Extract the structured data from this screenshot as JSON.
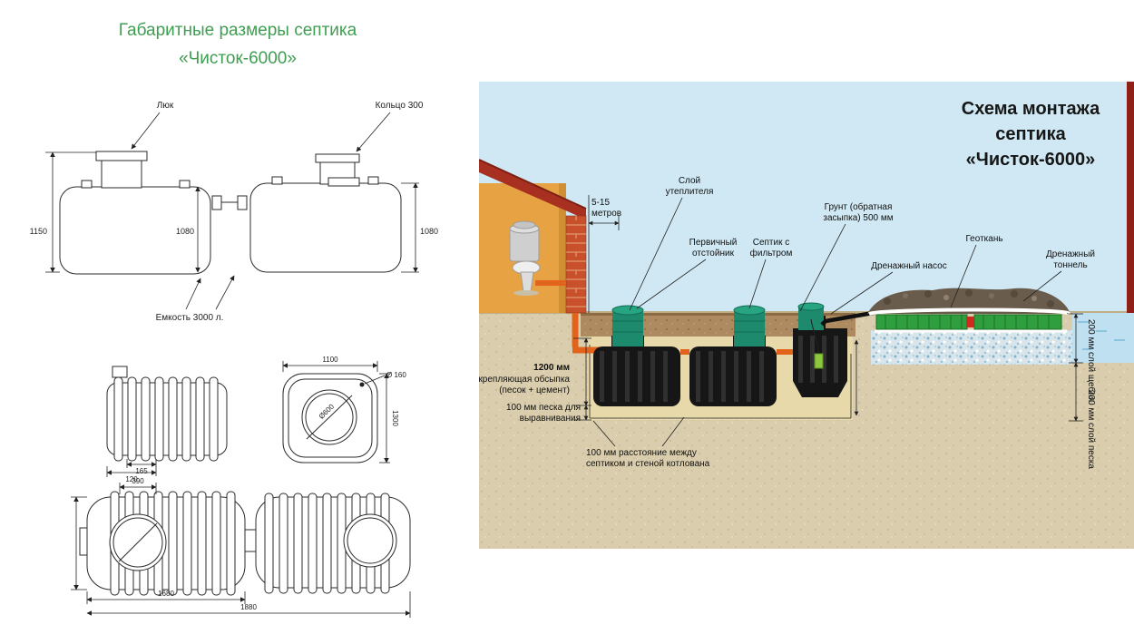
{
  "left": {
    "title1": "Габаритные размеры септика",
    "title2": "«Чисток-6000»",
    "dims": {
      "hatch": "Люк",
      "ring": "Кольцо 300",
      "h1150": "1150",
      "h1080a": "1080",
      "h1080b": "1080",
      "capacity": "Емкость 3000 л.",
      "w1100": "1100",
      "d600": "Ø600",
      "h1300": "1300",
      "d160": "Ø 160",
      "w165": "165",
      "w120": "120",
      "w390": "390",
      "w1680": "1680",
      "w1880": "1880"
    }
  },
  "right": {
    "title1": "Схема монтажа",
    "title2": "септика",
    "title3": "«Чисток-6000»",
    "labels": {
      "distance1": "5-15",
      "distance2": "метров",
      "insulation1": "Слой",
      "insulation2": "утеплителя",
      "primary1": "Первичный",
      "primary2": "отстойник",
      "septic1": "Септик с",
      "septic2": "фильтром",
      "backfill1": "Грунт (обратная",
      "backfill2": "засыпка) 500 мм",
      "geotextile": "Геоткань",
      "pump": "Дренажный насос",
      "tunnel1": "Дренажный",
      "tunnel2": "тоннель",
      "bedding1": "1200 мм",
      "bedding2": "укрепляющая обсыпка",
      "bedding3": "(песок + цемент)",
      "leveling1": "100 мм песка для",
      "leveling2": "выравнивания",
      "gap1": "100 мм расстояние между",
      "gap2": "септиком и стеной котлована",
      "gravel": "200 мм слой щебня",
      "sand": "200 мм слой песка"
    }
  },
  "colors": {
    "title_green": "#3f9e52",
    "sky": "#cfe8f3",
    "sand": "#d9cdad",
    "wall_orange": "#e6a243",
    "roof_red": "#a83020",
    "tank_black": "#161616",
    "lid_teal": "#1d8a6e",
    "pipe_orange": "#e2641c",
    "tunnel_green": "#2f9e3f",
    "line_dark": "#222222"
  }
}
